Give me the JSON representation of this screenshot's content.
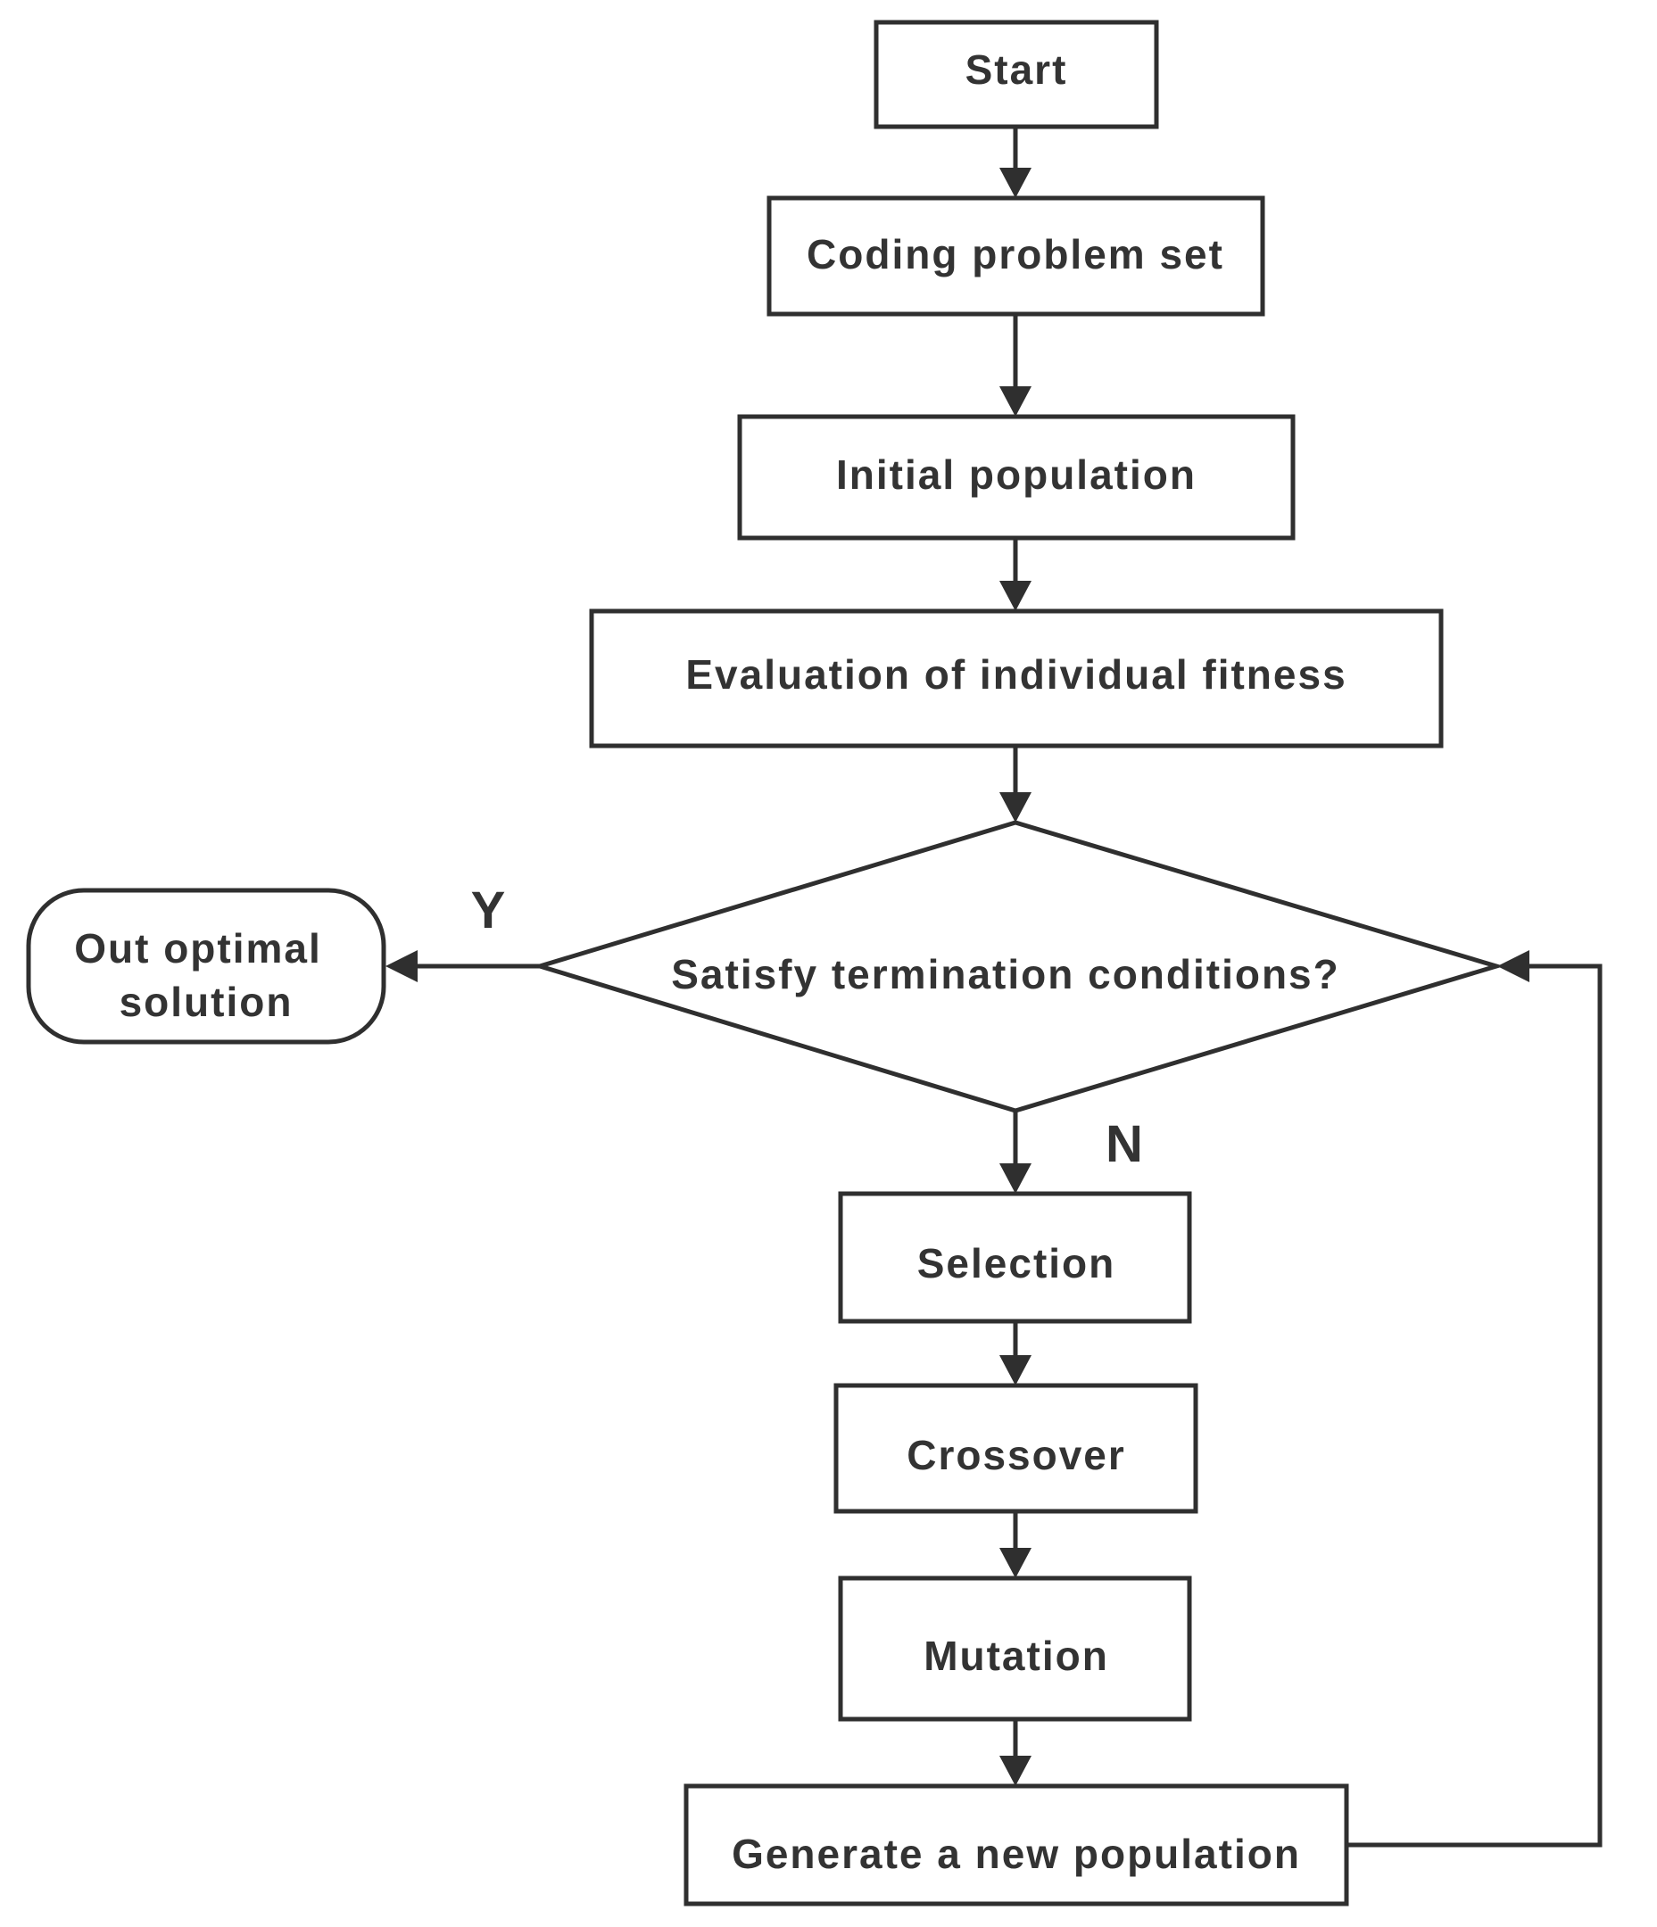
{
  "flowchart": {
    "start": "Start",
    "coding": "Coding problem set",
    "initial": "Initial population",
    "evaluation": "Evaluation of individual fitness",
    "decision": "Satisfy termination conditions?",
    "output_line1": "Out optimal",
    "output_line2": "solution",
    "selection": "Selection",
    "crossover": "Crossover",
    "mutation": "Mutation",
    "generate": "Generate a new population",
    "yes_label": "Y",
    "no_label": "N"
  }
}
